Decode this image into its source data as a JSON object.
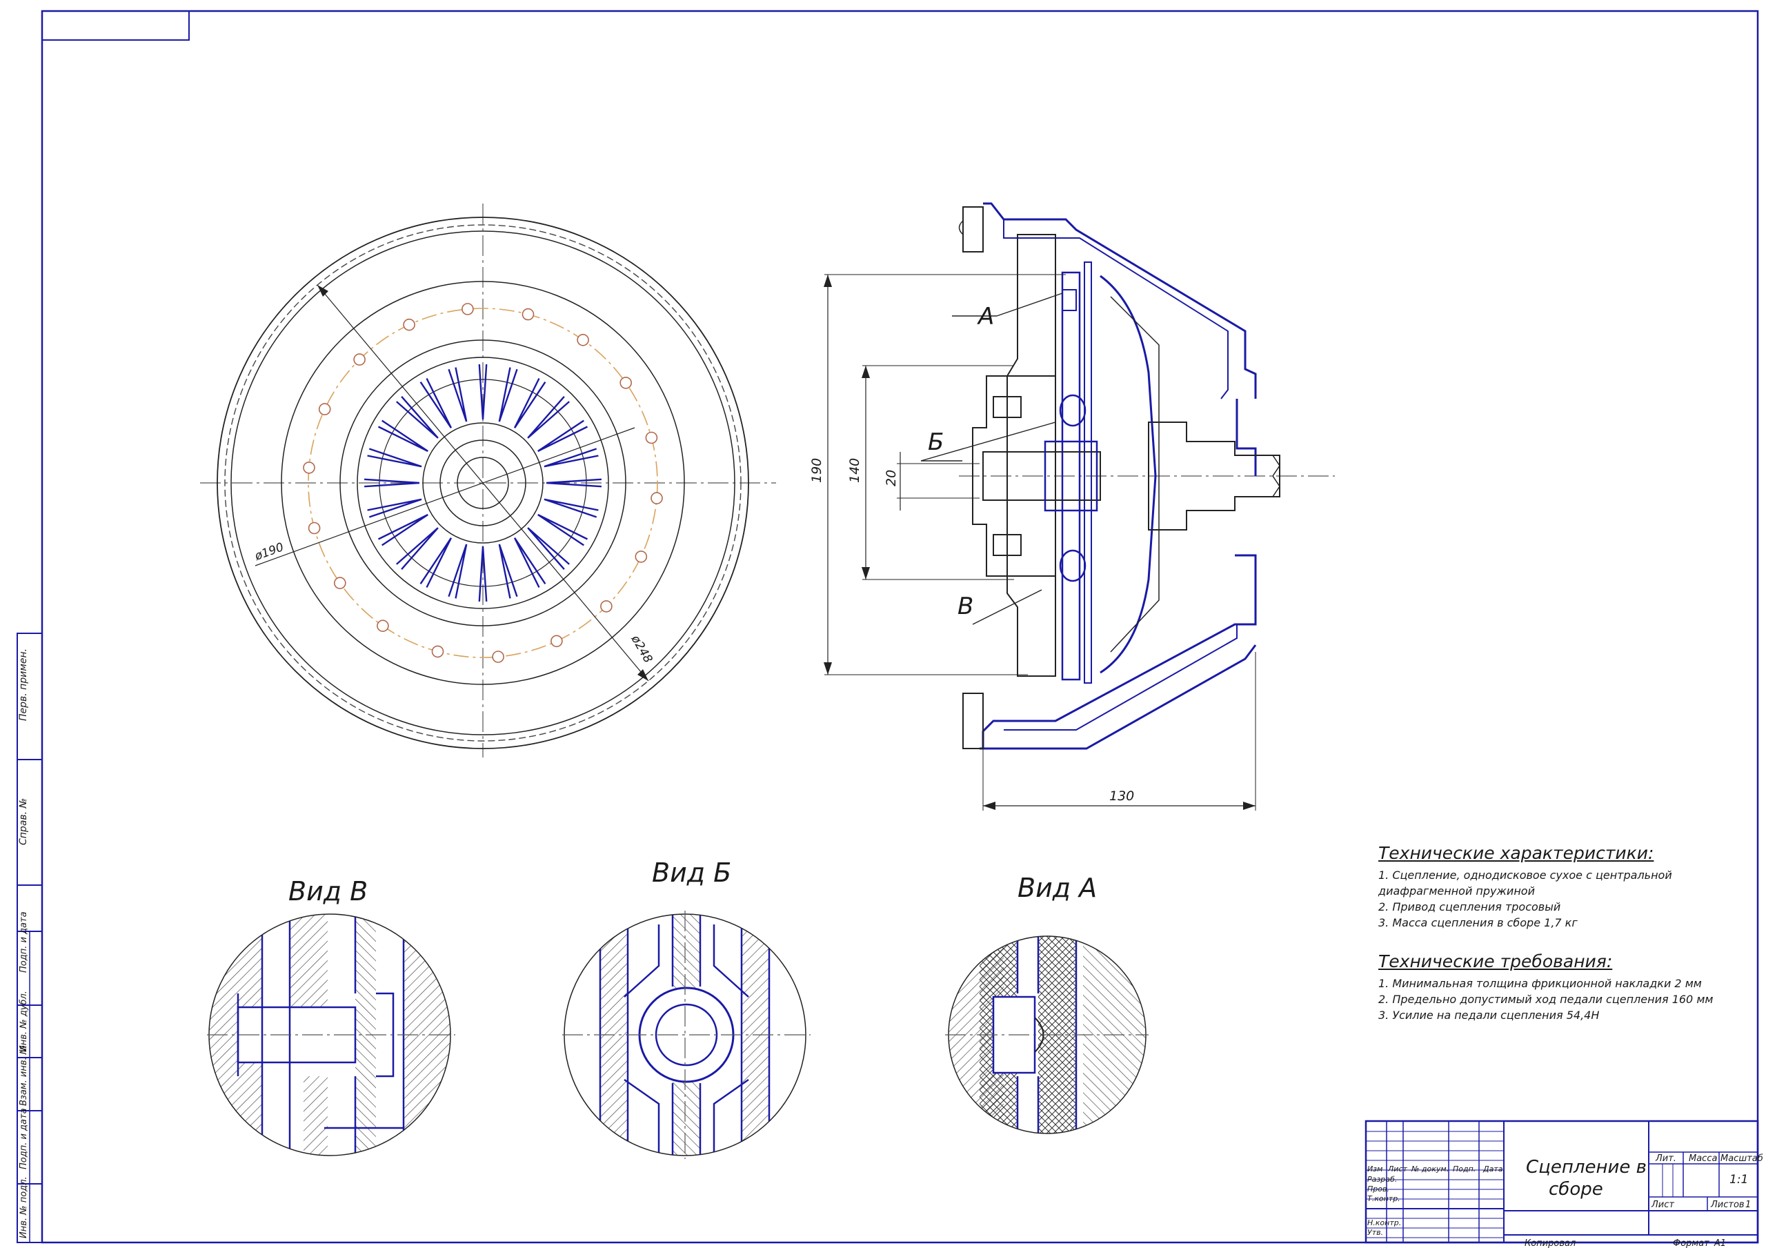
{
  "views": {
    "title_v": "Вид В",
    "title_b": "Вид Б",
    "title_a": "Вид А"
  },
  "callouts": {
    "a": "А",
    "b": "Б",
    "v": "В"
  },
  "dimensions": {
    "d190": "ø190",
    "d248": "ø248",
    "v190": "190",
    "v140": "140",
    "v20": "20",
    "h130": "130"
  },
  "specs": {
    "title": "Технические характеристики:",
    "items": [
      "1. Сцепление, однодисковое сухое с центральной",
      "диафрагменной пружиной",
      "2. Привод сцепления тросовый",
      "3. Масса сцепления в сборе 1,7 кг"
    ]
  },
  "requirements": {
    "title": "Технические требования:",
    "items": [
      "1. Минимальная толщина фрикционной накладки 2 мм",
      "2. Предельно допустимый ход педали сцепления 160 мм",
      "3. Усилие на педали сцепления 54,4Н"
    ]
  },
  "title_block": {
    "name_line1": "Сцепление в",
    "name_line2": "сборе",
    "col_izm": "Изм",
    "col_list": "Лист",
    "col_doc": "№ докум.",
    "col_podp": "Подп.",
    "col_data": "Дата",
    "row_razrab": "Разраб.",
    "row_prov": "Пров.",
    "row_tkontr": "Т.контр.",
    "row_nkontr": "Н.контр.",
    "row_utv": "Утв.",
    "lit": "Лит.",
    "massa": "Масса",
    "masshtab": "Масштаб",
    "scale_value": "1:1",
    "list": "Лист",
    "listov": "Листов",
    "listov_value": "1",
    "kopiroval": "Копировал",
    "format": "Формат",
    "format_value": "A1"
  },
  "side_stamp": {
    "perv_primen": "Перв. примен.",
    "sprav": "Справ. №",
    "podp_data_1": "Подп. и дата",
    "inv_dubl": "Инв. № дубл.",
    "vzam_inv": "Взам. инв. №",
    "podp_data_2": "Подп. и дата",
    "inv_podl": "Инв. № подл."
  },
  "colors": {
    "frame": "#1a1aa6",
    "line": "#222222",
    "bolt_circle": "#d9a25a"
  }
}
